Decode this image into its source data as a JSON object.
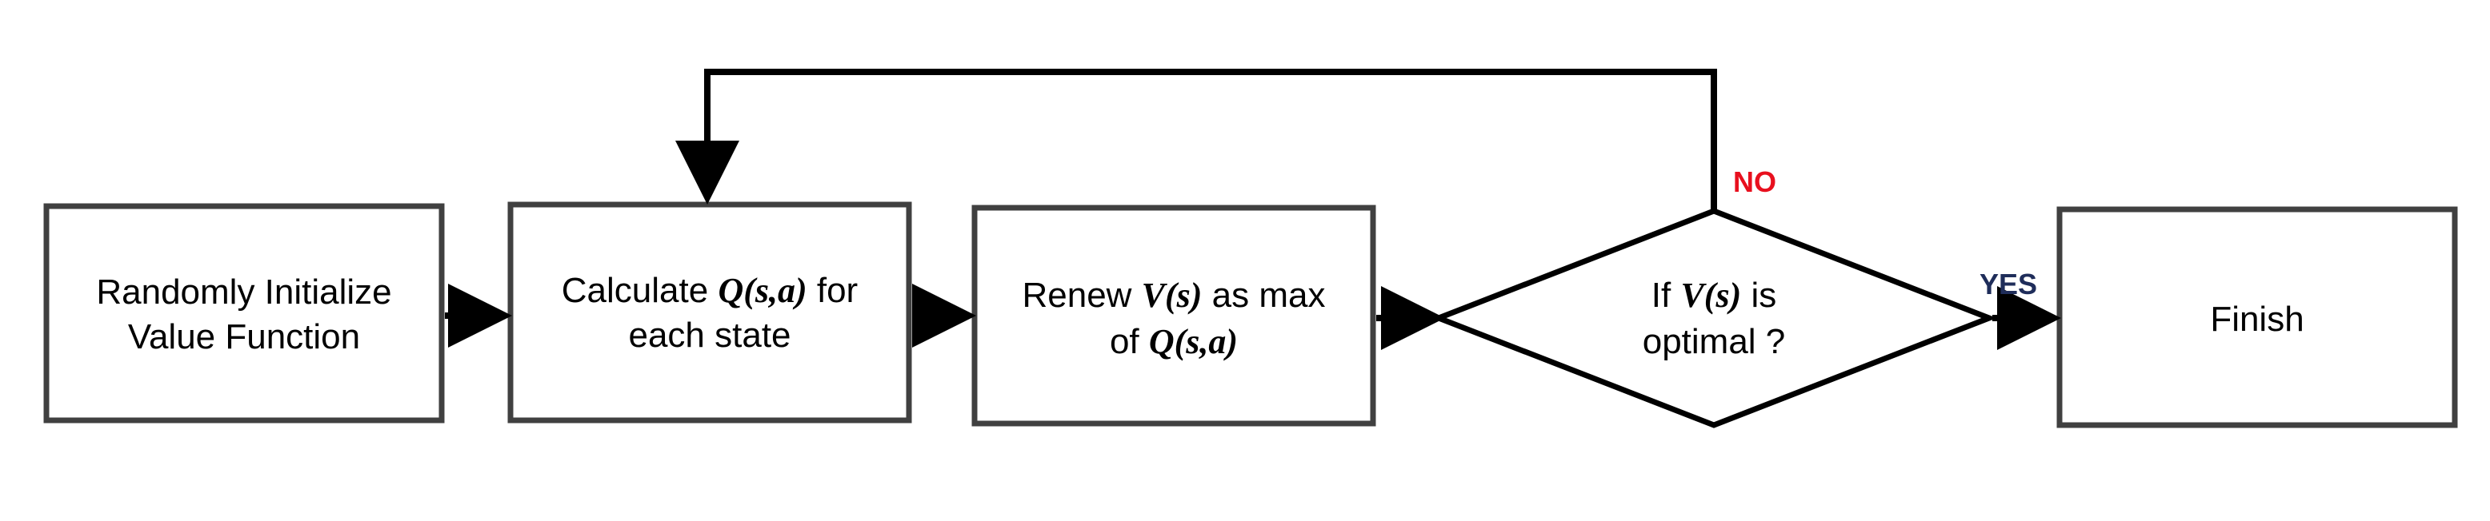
{
  "colors": {
    "box_stroke": "#404040",
    "arrow": "#000000",
    "no_label": "#e8101e",
    "yes_label": "#1f2d5a"
  },
  "nodes": {
    "init": {
      "line1": "Randomly Initialize",
      "line2": "Value Function"
    },
    "calc": {
      "line1_pre": "Calculate ",
      "line1_math": "Q(s,a)",
      "line1_post": " for",
      "line2": "each state"
    },
    "renew": {
      "line1_pre": "Renew ",
      "line1_math": "V(s)",
      "line1_post": " as max",
      "line2_pre": "of ",
      "line2_math": "Q(s,a)"
    },
    "decision": {
      "line1_pre": "If ",
      "line1_math": "V(s)",
      "line1_post": " is",
      "line2": "optimal ?"
    },
    "finish": {
      "label": "Finish"
    }
  },
  "branches": {
    "no": "NO",
    "yes": "YES"
  }
}
